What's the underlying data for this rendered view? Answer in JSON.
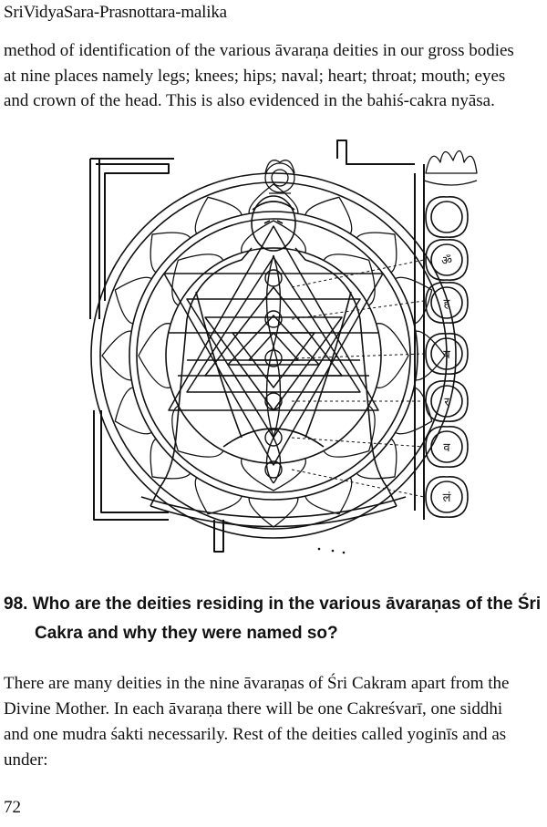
{
  "running_head": "SriVidyaSara-Prasnottara-malika",
  "intro_lines": [
    "method of identification of the various āvaraṇa deities in our gross bodies",
    "at nine places namely legs; knees; hips; naval; heart; throat; mouth; eyes",
    "and crown of the head.  This is also evidenced in the bahiś-cakra nyāsa."
  ],
  "figure": {
    "chakra_glyphs": [
      "ॐ",
      "ह",
      "य",
      "र",
      "व",
      "लं"
    ]
  },
  "question": {
    "number_line": "98. Who are the deities residing in the various āvaraṇas of the Śri",
    "continuation": "Cakra and why they were named so?"
  },
  "answer_lines": [
    "There are many deities in the nine āvaraṇas of Śri Cakram apart from the",
    "Divine Mother.  In each āvaraṇa there will be one Cakreśvarī, one siddhi",
    "and one mudra śakti necessarily.  Rest of the deities called yoginīs and as",
    "under:"
  ],
  "page_number": "72"
}
